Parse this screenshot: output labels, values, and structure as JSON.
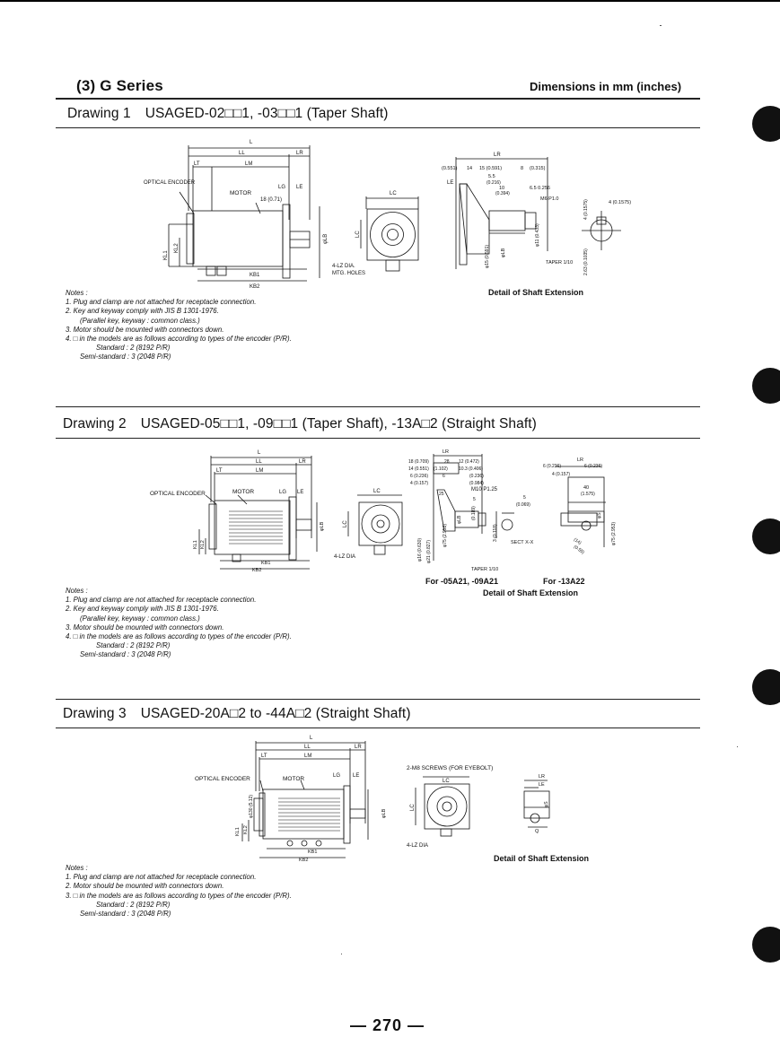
{
  "header": {
    "series": "(3)  G Series",
    "dimensions": "Dimensions in mm (inches)"
  },
  "drawing1": {
    "label": "Drawing 1",
    "title": "USAGED-02□□1, -03□□1 (Taper Shaft)",
    "motor": {
      "L": "L",
      "LL": "LL",
      "LR": "LR",
      "LT": "LT",
      "LM": "LM",
      "optical_encoder": "OPTICAL ENCODER",
      "motor": "MOTOR",
      "LG": "LG",
      "LE": "LE",
      "dim18": "18 (0.71)",
      "KL1": "KL1",
      "KL2": "KL2",
      "phiLB": "φLB",
      "KB1": "KB1",
      "KB2": "KB2"
    },
    "flange": {
      "LC": "LC",
      "holes": "4-LZ DIA.",
      "mtg": "MTG. HOLES"
    },
    "shaft": {
      "LR": "LR",
      "d1": "(0.551)",
      "d2": "14",
      "d3": "15 (0.591)",
      "d4": "8",
      "d5": "(0.315)",
      "LE": "LE",
      "d6": "5.5",
      "d7": "(0.216)",
      "d8": "10",
      "d9": "(0.394)",
      "d10": "6.5  0.256",
      "thread": "M6 P1.0",
      "d11": "φ11 (0.433)",
      "phiLB": "φLB",
      "d12": "φ15 (0.591)",
      "taper": "TAPER 1/10",
      "key1": "4 (0.1575)",
      "key2": "4 (0.1575)",
      "key3": "2.63 (0.1035)"
    },
    "caption": "Detail of Shaft Extension",
    "notes_head": "Notes :",
    "notes": [
      "1.  Plug and clamp are not attached for receptacle connection.",
      "2.  Key and keyway comply with JIS B 1301-1976.",
      "(Parallel key, keyway : common class.)",
      "3.  Motor should be mounted with connectors down.",
      "4.  □ in the models are as follows according to types of the encoder (P/R).",
      "Standard : 2 (8192 P/R)",
      "Semi-standard : 3 (2048 P/R)"
    ]
  },
  "drawing2": {
    "label": "Drawing 2",
    "title": "USAGED-05□□1, -09□□1 (Taper Shaft), -13A□2 (Straight Shaft)",
    "motor": {
      "L": "L",
      "LL": "LL",
      "LR": "LR",
      "LT": "LT",
      "LM": "LM",
      "optical_encoder": "OPTICAL ENCODER",
      "motor": "MOTOR",
      "LG": "LG",
      "LE": "LE",
      "KL1": "KL1",
      "KL2": "KL2",
      "phiLB": "φLB",
      "KB1": "KB1",
      "KB2": "KB2"
    },
    "flange": {
      "LC": "LC",
      "holes": "4-LZ DIA"
    },
    "shaft": {
      "LR": "LR",
      "d1": "18 (0.709)",
      "d2": "28",
      "d3": "12 (0.472)",
      "d4": "14 (0.551)",
      "d5": "(1.102)",
      "d6": "10.3 (0.406)",
      "d7": "6 (0.236)",
      "d8": "6",
      "d9": "(0.236)",
      "d10": "4 (0.157)",
      "d11": "(0.984)",
      "d12": "25",
      "thread": "M10 P1.25",
      "d13": "5",
      "d14": "(0.189)",
      "d15": "φ16 (0.630)",
      "d16": "φ21 (0.827)",
      "d17": "φ75 (2.953)",
      "d18": "φLB",
      "d19": "5",
      "d20": "(0.069)",
      "d21": "3 (0.118)",
      "sect": "SECT X-X",
      "taper": "TAPER 1/10"
    },
    "straight": {
      "LR": "LR",
      "d1": "6 (0.236)",
      "d2": "6 (0.236)",
      "d3": "4 (0.157)",
      "d4": "40",
      "d5": "(1.575)",
      "d6": "φS",
      "d7": "φ75 (2.953)",
      "d8": "(14)",
      "d9": "(0.55)"
    },
    "caption_left": "For -05A21, -09A21",
    "caption_right": "For -13A22",
    "caption": "Detail of Shaft Extension",
    "notes_head": "Notes :",
    "notes": [
      "1.  Plug and clamp are not attached for receptacle connection.",
      "2.  Key and keyway comply with JIS B 1301-1976.",
      "(Parallel key, keyway : common class.)",
      "3.  Motor should be mounted with connectors down.",
      "4.  □ in the models are as follows according to types of the encoder (P/R).",
      "Standard : 2 (8192 P/R)",
      "Semi-standard : 3 (2048 P/R)"
    ]
  },
  "drawing3": {
    "label": "Drawing 3",
    "title": "USAGED-20A□2 to -44A□2 (Straight Shaft)",
    "motor": {
      "L": "L",
      "LL": "LL",
      "LR": "LR",
      "LT": "LT",
      "LM": "LM",
      "optical_encoder": "OPTICAL ENCODER",
      "motor": "MOTOR",
      "LG": "LG",
      "LE": "LE",
      "d1": "φ130 (5.12)",
      "KL1": "KL1",
      "KL2": "KL2",
      "phiLB": "φLB",
      "KB1": "KB1",
      "KB2": "KB2"
    },
    "flange": {
      "screws": "2-M8 SCREWS (FOR EYEBOLT)",
      "LC": "LC",
      "holes": "4-LZ DIA"
    },
    "shaft": {
      "LR": "LR",
      "LE": "LE",
      "phiS": "φS",
      "Q": "Q"
    },
    "caption": "Detail of Shaft Extension",
    "notes_head": "Notes :",
    "notes": [
      "1.  Plug and clamp are not attached for receptacle connection.",
      "2.  Motor should be mounted with connectors down.",
      "3.  □ in the models are as follows according to types of the encoder (P/R).",
      "Standard : 2 (8192 P/R)",
      "Semi-standard : 3 (2048 P/R)"
    ]
  },
  "footer": {
    "page": "—  270  —"
  }
}
